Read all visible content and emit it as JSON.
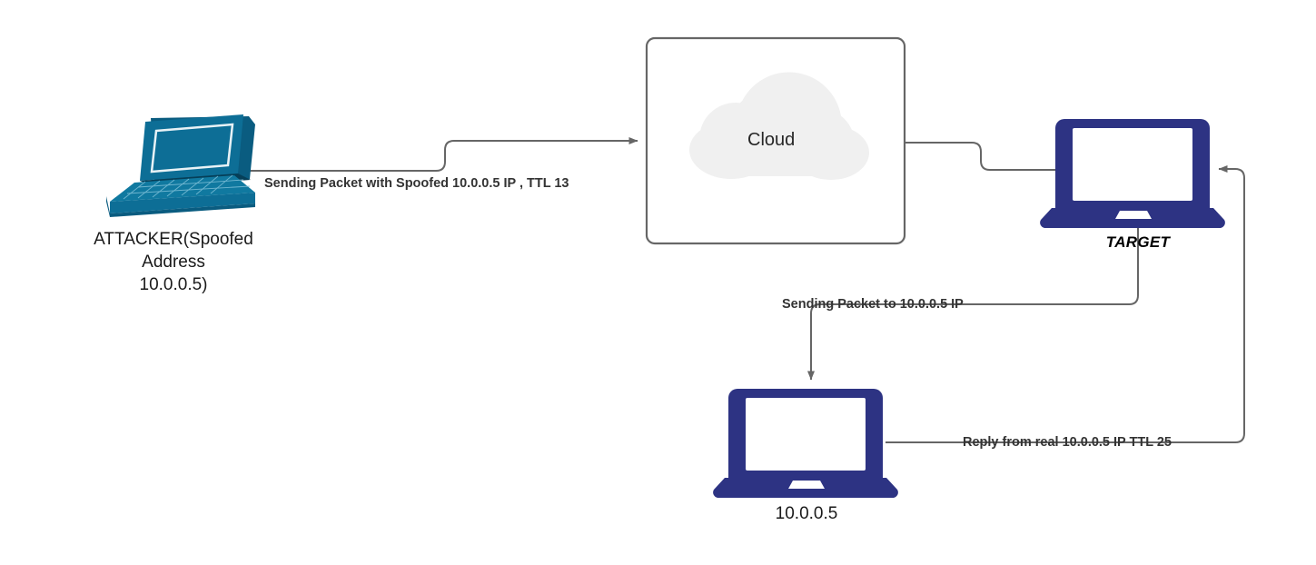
{
  "diagram": {
    "title": "IP Spoofing / TTL Reply Network Diagram",
    "background": "#ffffff",
    "colors": {
      "attacker_laptop": "#0d6e96",
      "attacker_laptop_dark": "#0a5c80",
      "device_navy": "#2d3383",
      "cloud_fill": "#f0f0f0",
      "connector": "#666666",
      "label_text": "#333333",
      "node_text": "#1a1a1a"
    }
  },
  "nodes": {
    "attacker": {
      "icon": "laptop-isometric-icon",
      "label": "ATTACKER(Spoofed\nAddress\n10.0.0.5)"
    },
    "cloud_box": {
      "icon": "cloud-icon",
      "label": "Cloud"
    },
    "target": {
      "icon": "laptop-front-icon",
      "label": "TARGET"
    },
    "victim": {
      "icon": "laptop-front-icon",
      "label": "10.0.0.5"
    }
  },
  "edges": [
    {
      "id": "attacker-to-cloud",
      "label": "Sending Packet with Spoofed 10.0.0.5 IP , TTL 13",
      "from": "attacker",
      "to": "cloud_box"
    },
    {
      "id": "cloud-to-target",
      "label": "",
      "from": "cloud_box",
      "to": "target"
    },
    {
      "id": "target-to-victim",
      "label": "Sending Packet to 10.0.0.5 IP",
      "from": "target",
      "to": "victim"
    },
    {
      "id": "victim-to-target",
      "label": "Reply from real 10.0.0.5 IP TTL 25",
      "from": "victim",
      "to": "target"
    }
  ]
}
